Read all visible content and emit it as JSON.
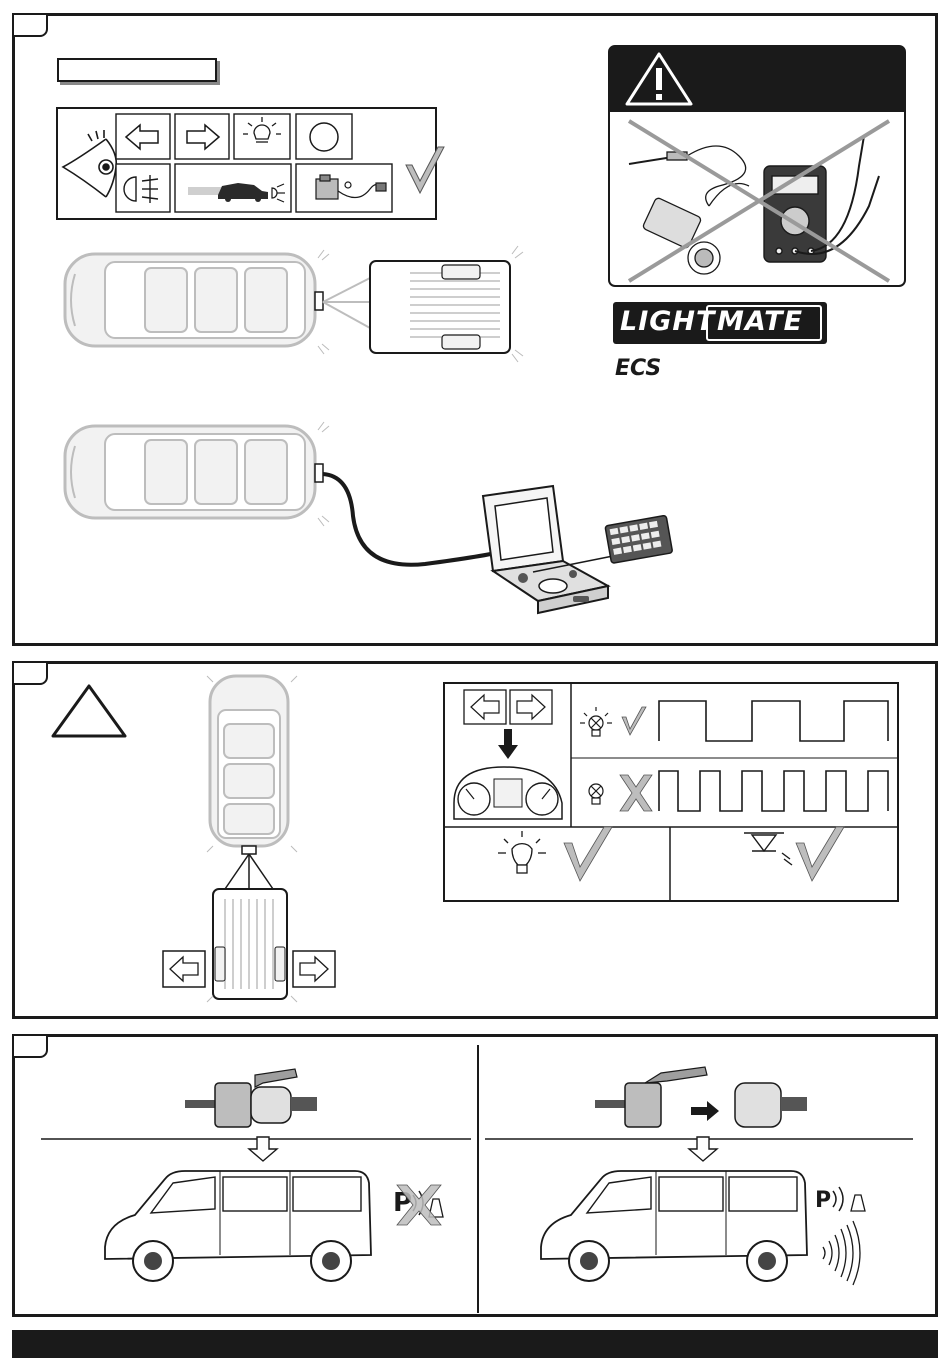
{
  "logos": {
    "light": "LIGHT",
    "mate": "MATE",
    "ecs": "ECS"
  },
  "icons": {
    "panel1": [
      "eye-icon",
      "left-arrow-icon",
      "right-arrow-icon",
      "brake-light-icon",
      "reverse-light-icon",
      "fog-light-icon",
      "car-headlight-icon",
      "connector-icon",
      "check-icon",
      "warning-icon"
    ],
    "panel2": [
      "warning-icon",
      "dashboard-icon",
      "bulb-ok-icon",
      "bulb-fail-icon",
      "led-icon"
    ],
    "panel3": [
      "connector-plugged-icon",
      "connector-unplugged-icon",
      "parking-sensor-off-icon",
      "parking-sensor-on-icon"
    ]
  },
  "colors": {
    "ink": "#1a1a1a",
    "gray": "#bdbdbd",
    "light_gray": "#e6e6e6",
    "check": "#9e9e9e"
  }
}
